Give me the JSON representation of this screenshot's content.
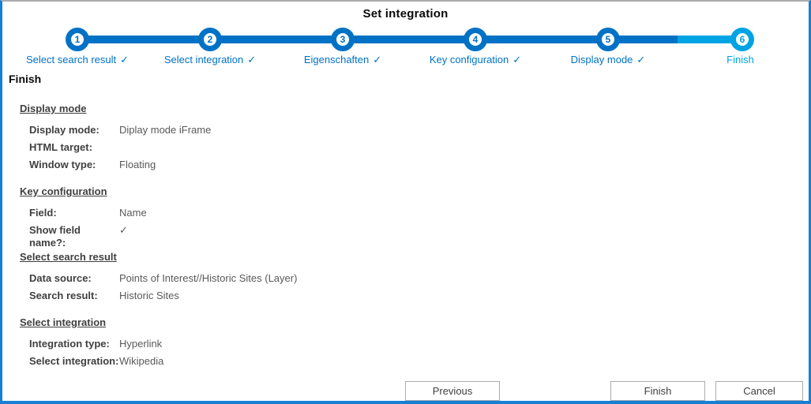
{
  "dialog": {
    "title": "Set integration",
    "page_heading": "Finish"
  },
  "stepper": {
    "steps": [
      {
        "number": "1",
        "label": "Select search result",
        "check": "✓",
        "state": "complete"
      },
      {
        "number": "2",
        "label": "Select integration",
        "check": "✓",
        "state": "complete"
      },
      {
        "number": "3",
        "label": "Eigenschaften",
        "check": "✓",
        "state": "complete"
      },
      {
        "number": "4",
        "label": "Key configuration",
        "check": "✓",
        "state": "complete"
      },
      {
        "number": "5",
        "label": "Display mode",
        "check": "✓",
        "state": "complete"
      },
      {
        "number": "6",
        "label": "Finish",
        "check": "",
        "state": "current"
      }
    ]
  },
  "summary": {
    "sections": [
      {
        "heading": "Display mode",
        "rows": [
          {
            "label": "Display mode:",
            "value": "Diplay mode iFrame"
          },
          {
            "label": "HTML target:",
            "value": ""
          },
          {
            "label": "Window type:",
            "value": "Floating"
          }
        ]
      },
      {
        "heading": "Key configuration",
        "rows": [
          {
            "label": "Field:",
            "value": "Name"
          },
          {
            "label": "Show field name?:",
            "value": "✓"
          }
        ]
      },
      {
        "heading": "Select search result",
        "rows": [
          {
            "label": "Data source:",
            "value": "Points of Interest//Historic Sites (Layer)"
          },
          {
            "label": "Search result:",
            "value": "Historic Sites"
          }
        ]
      },
      {
        "heading": "Select integration",
        "rows": [
          {
            "label": "Integration type:",
            "value": "Hyperlink"
          },
          {
            "label": "Select integration:",
            "value": "Wikipedia"
          }
        ]
      }
    ]
  },
  "footer": {
    "previous_label": "Previous",
    "finish_label": "Finish",
    "cancel_label": "Cancel"
  },
  "colors": {
    "step_complete_blue": "#0072C6",
    "step_current_blue": "#00A3E4",
    "window_border_blue": "#1580D4",
    "button_border_gray": "#ABABAB"
  }
}
